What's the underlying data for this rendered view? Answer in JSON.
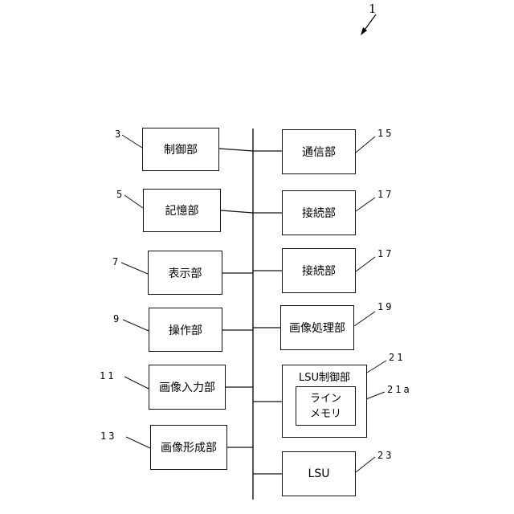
{
  "figure_ref": "1",
  "left_blocks": [
    {
      "ref": "3",
      "label": "制御部"
    },
    {
      "ref": "5",
      "label": "記憶部"
    },
    {
      "ref": "7",
      "label": "表示部"
    },
    {
      "ref": "9",
      "label": "操作部"
    },
    {
      "ref": "11",
      "label": "画像入力部"
    },
    {
      "ref": "13",
      "label": "画像形成部"
    }
  ],
  "right_blocks": [
    {
      "ref": "15",
      "label": "通信部"
    },
    {
      "ref": "17",
      "label": "接続部"
    },
    {
      "ref": "17",
      "label": "接続部"
    },
    {
      "ref": "19",
      "label": "画像処理部"
    },
    {
      "ref": "21",
      "label": "LSU制御部"
    },
    {
      "ref": "23",
      "label": "LSU"
    }
  ],
  "line_memory": {
    "ref": "21a",
    "line1": "ライン",
    "line2": "メモリ"
  }
}
